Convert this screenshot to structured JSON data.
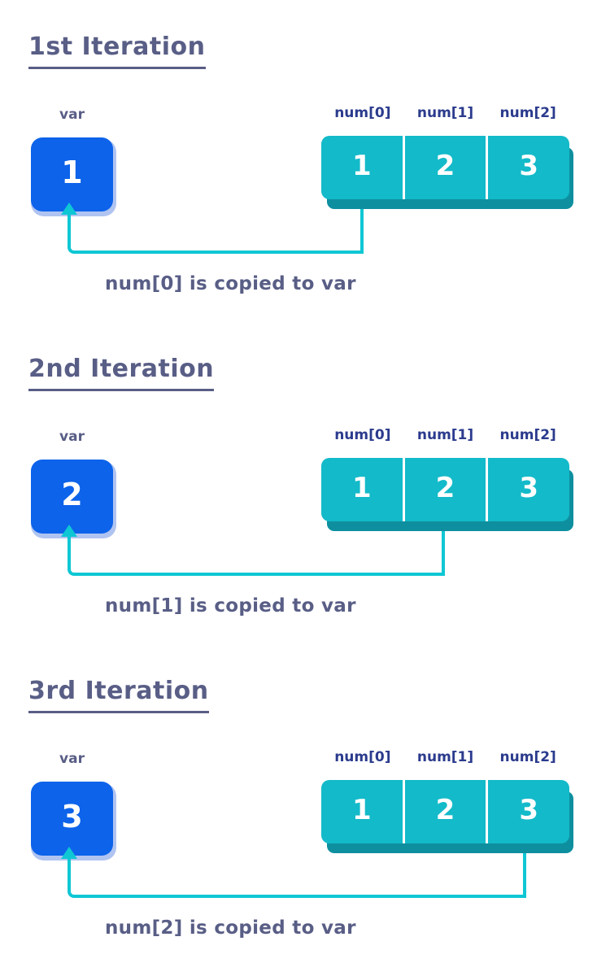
{
  "colors": {
    "background": "#ffffff",
    "heading_text": "#595e86",
    "caption_text": "#595e86",
    "var_label_text": "#595e86",
    "array_label_text": "#2b3b8d",
    "var_box_fill": "#0d63ea",
    "array_fill": "#13bac9",
    "array_shadow": "#0e8f9f",
    "arrow": "#0fc7d4",
    "value_text": "#ffffff"
  },
  "sections": [
    {
      "heading": "1st Iteration",
      "var_label": "var",
      "var_value": "1",
      "array_labels": [
        "num[0]",
        "num[1]",
        "num[2]"
      ],
      "array_values": [
        "1",
        "2",
        "3"
      ],
      "source_index": 0,
      "caption": "num[0] is copied to var"
    },
    {
      "heading": "2nd Iteration",
      "var_label": "var",
      "var_value": "2",
      "array_labels": [
        "num[0]",
        "num[1]",
        "num[2]"
      ],
      "array_values": [
        "1",
        "2",
        "3"
      ],
      "source_index": 1,
      "caption": "num[1] is copied to var"
    },
    {
      "heading": "3rd Iteration",
      "var_label": "var",
      "var_value": "3",
      "array_labels": [
        "num[0]",
        "num[1]",
        "num[2]"
      ],
      "array_values": [
        "1",
        "2",
        "3"
      ],
      "source_index": 2,
      "caption": "num[2] is copied to var"
    }
  ]
}
